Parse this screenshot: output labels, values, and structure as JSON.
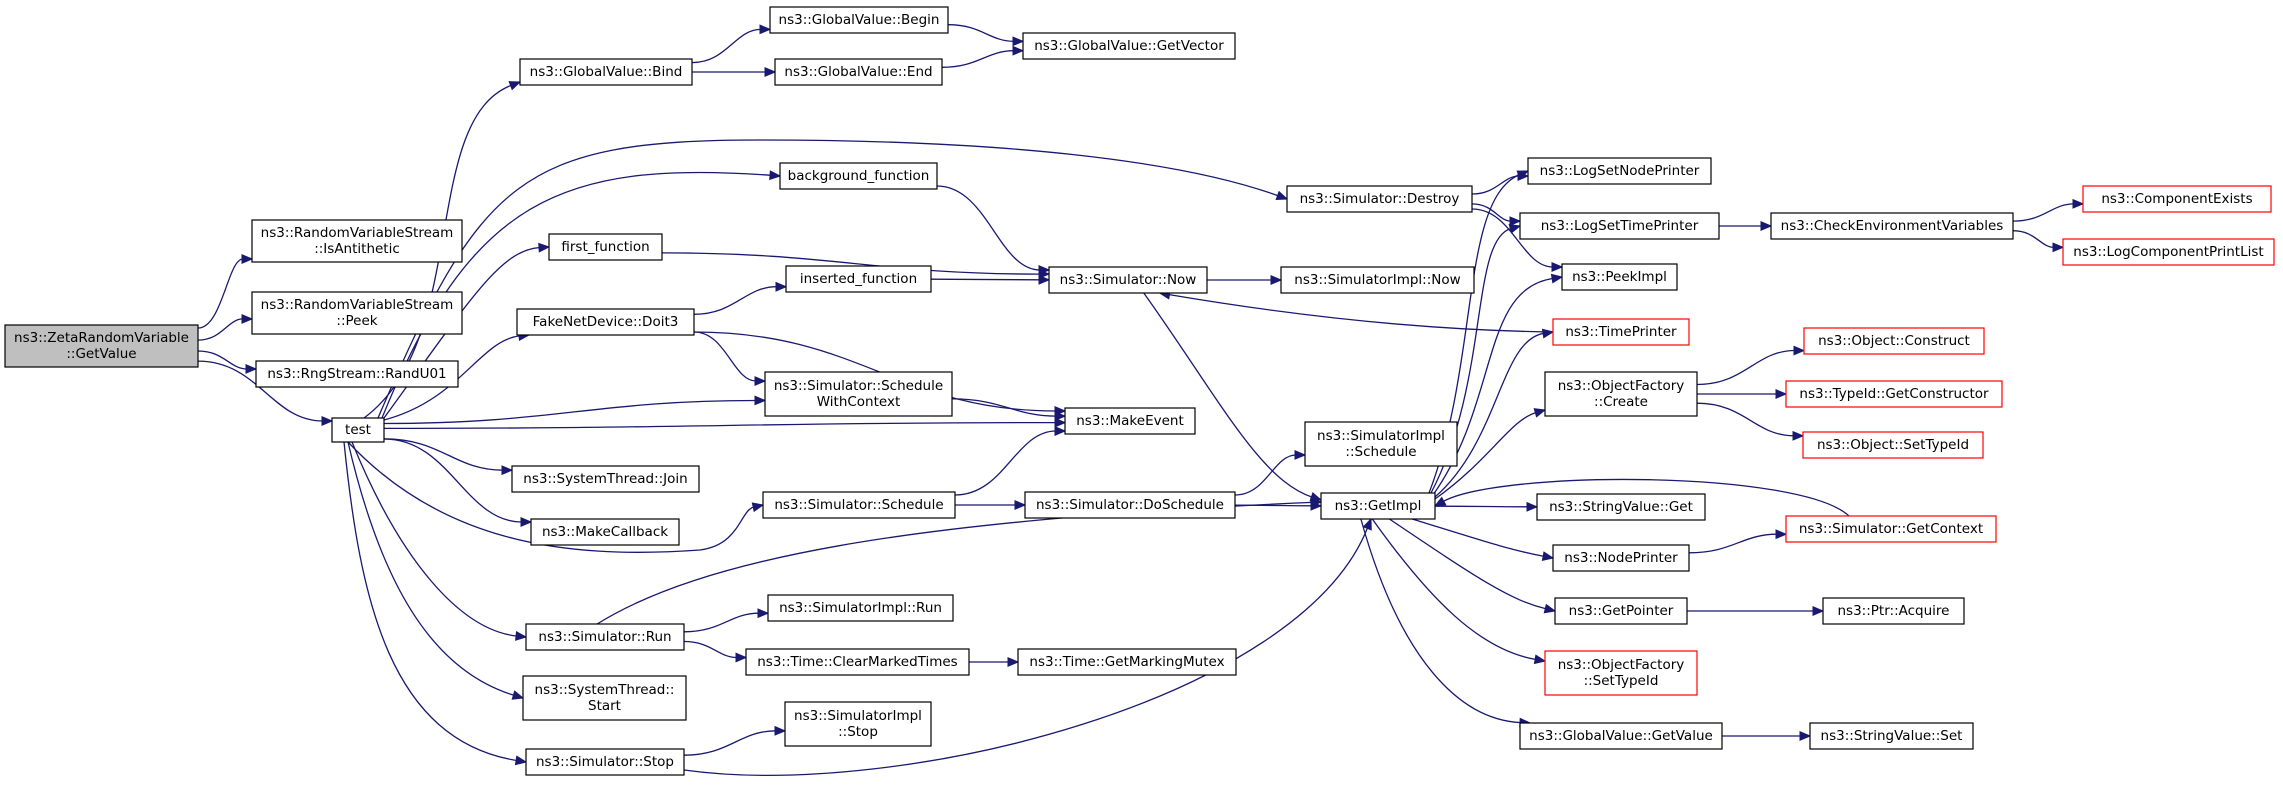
{
  "graph": {
    "nodes": [
      {
        "id": "getvalue",
        "lines": [
          "ns3::ZetaRandomVariable",
          "::GetValue"
        ]
      },
      {
        "id": "isanti",
        "lines": [
          "ns3::RandomVariableStream",
          "::IsAntithetic"
        ]
      },
      {
        "id": "peek",
        "lines": [
          "ns3::RandomVariableStream",
          "::Peek"
        ]
      },
      {
        "id": "randu01",
        "lines": [
          "ns3::RngStream::RandU01"
        ]
      },
      {
        "id": "test",
        "lines": [
          "test"
        ]
      },
      {
        "id": "gvbind",
        "lines": [
          "ns3::GlobalValue::Bind"
        ]
      },
      {
        "id": "gvbegin",
        "lines": [
          "ns3::GlobalValue::Begin"
        ]
      },
      {
        "id": "gvend",
        "lines": [
          "ns3::GlobalValue::End"
        ]
      },
      {
        "id": "gvgetvector",
        "lines": [
          "ns3::GlobalValue::GetVector"
        ]
      },
      {
        "id": "bgfunc",
        "lines": [
          "background_function"
        ]
      },
      {
        "id": "firstfunc",
        "lines": [
          "first_function"
        ]
      },
      {
        "id": "insfunc",
        "lines": [
          "inserted_function"
        ]
      },
      {
        "id": "doit3",
        "lines": [
          "FakeNetDevice::Doit3"
        ]
      },
      {
        "id": "schedctx",
        "lines": [
          "ns3::Simulator::Schedule",
          "WithContext"
        ]
      },
      {
        "id": "makeevent",
        "lines": [
          "ns3::MakeEvent"
        ]
      },
      {
        "id": "stjoin",
        "lines": [
          "ns3::SystemThread::Join"
        ]
      },
      {
        "id": "makecallback",
        "lines": [
          "ns3::MakeCallback"
        ]
      },
      {
        "id": "simschedule",
        "lines": [
          "ns3::Simulator::Schedule"
        ]
      },
      {
        "id": "simdoschedule",
        "lines": [
          "ns3::Simulator::DoSchedule"
        ]
      },
      {
        "id": "simimplschedule",
        "lines": [
          "ns3::SimulatorImpl",
          "::Schedule"
        ]
      },
      {
        "id": "simrun",
        "lines": [
          "ns3::Simulator::Run"
        ]
      },
      {
        "id": "simimplrun",
        "lines": [
          "ns3::SimulatorImpl::Run"
        ]
      },
      {
        "id": "clearmarked",
        "lines": [
          "ns3::Time::ClearMarkedTimes"
        ]
      },
      {
        "id": "getmarkingmutex",
        "lines": [
          "ns3::Time::GetMarkingMutex"
        ]
      },
      {
        "id": "ststart",
        "lines": [
          "ns3::SystemThread::",
          "Start"
        ]
      },
      {
        "id": "simstop",
        "lines": [
          "ns3::Simulator::Stop"
        ]
      },
      {
        "id": "simimplstop",
        "lines": [
          "ns3::SimulatorImpl",
          "::Stop"
        ]
      },
      {
        "id": "simdestroy",
        "lines": [
          "ns3::Simulator::Destroy"
        ]
      },
      {
        "id": "simnow",
        "lines": [
          "ns3::Simulator::Now"
        ]
      },
      {
        "id": "simimplnow",
        "lines": [
          "ns3::SimulatorImpl::Now"
        ]
      },
      {
        "id": "getimpl",
        "lines": [
          "ns3::GetImpl"
        ]
      },
      {
        "id": "lognodeprinter",
        "lines": [
          "ns3::LogSetNodePrinter"
        ]
      },
      {
        "id": "logtimeprinter",
        "lines": [
          "ns3::LogSetTimePrinter"
        ]
      },
      {
        "id": "checkenv",
        "lines": [
          "ns3::CheckEnvironmentVariables"
        ]
      },
      {
        "id": "compexists",
        "lines": [
          "ns3::ComponentExists"
        ],
        "red": true
      },
      {
        "id": "logcomplist",
        "lines": [
          "ns3::LogComponentPrintList"
        ],
        "red": true
      },
      {
        "id": "peekimpl",
        "lines": [
          "ns3::PeekImpl"
        ]
      },
      {
        "id": "timeprinter",
        "lines": [
          "ns3::TimePrinter"
        ],
        "red": true
      },
      {
        "id": "ofcreate",
        "lines": [
          "ns3::ObjectFactory",
          "::Create"
        ]
      },
      {
        "id": "objconstruct",
        "lines": [
          "ns3::Object::Construct"
        ],
        "red": true
      },
      {
        "id": "typeidgetctor",
        "lines": [
          "ns3::TypeId::GetConstructor"
        ],
        "red": true
      },
      {
        "id": "objsettypeid",
        "lines": [
          "ns3::Object::SetTypeId"
        ],
        "red": true
      },
      {
        "id": "stringvalueget",
        "lines": [
          "ns3::StringValue::Get"
        ]
      },
      {
        "id": "nodeprinter",
        "lines": [
          "ns3::NodePrinter"
        ]
      },
      {
        "id": "simgetcontext",
        "lines": [
          "ns3::Simulator::GetContext"
        ],
        "red": true
      },
      {
        "id": "getpointer",
        "lines": [
          "ns3::GetPointer"
        ]
      },
      {
        "id": "ptracquire",
        "lines": [
          "ns3::Ptr::Acquire"
        ]
      },
      {
        "id": "ofsettypeid",
        "lines": [
          "ns3::ObjectFactory",
          "::SetTypeId"
        ],
        "red": true
      },
      {
        "id": "gvgetvalue",
        "lines": [
          "ns3::GlobalValue::GetValue"
        ]
      },
      {
        "id": "stringvalueset",
        "lines": [
          "ns3::StringValue::Set"
        ]
      }
    ],
    "edges": [
      [
        "getvalue",
        "isanti"
      ],
      [
        "getvalue",
        "peek"
      ],
      [
        "getvalue",
        "randu01"
      ],
      [
        "getvalue",
        "test"
      ],
      [
        "test",
        "gvbind"
      ],
      [
        "test",
        "simdestroy"
      ],
      [
        "test",
        "bgfunc"
      ],
      [
        "test",
        "firstfunc"
      ],
      [
        "test",
        "doit3"
      ],
      [
        "test",
        "schedctx"
      ],
      [
        "test",
        "makeevent"
      ],
      [
        "test",
        "stjoin"
      ],
      [
        "test",
        "makecallback"
      ],
      [
        "test",
        "simschedule"
      ],
      [
        "test",
        "simrun"
      ],
      [
        "test",
        "ststart"
      ],
      [
        "test",
        "simstop"
      ],
      [
        "gvbind",
        "gvbegin"
      ],
      [
        "gvbind",
        "gvend"
      ],
      [
        "gvbegin",
        "gvgetvector"
      ],
      [
        "gvend",
        "gvgetvector"
      ],
      [
        "bgfunc",
        "simnow"
      ],
      [
        "firstfunc",
        "simnow"
      ],
      [
        "insfunc",
        "simnow"
      ],
      [
        "doit3",
        "insfunc"
      ],
      [
        "doit3",
        "schedctx"
      ],
      [
        "doit3",
        "makeevent"
      ],
      [
        "schedctx",
        "makeevent"
      ],
      [
        "simschedule",
        "makeevent"
      ],
      [
        "simschedule",
        "simdoschedule"
      ],
      [
        "simdoschedule",
        "simimplschedule"
      ],
      [
        "simdoschedule",
        "getimpl"
      ],
      [
        "simrun",
        "getimpl"
      ],
      [
        "simrun",
        "simimplrun"
      ],
      [
        "simrun",
        "clearmarked"
      ],
      [
        "clearmarked",
        "getmarkingmutex"
      ],
      [
        "simstop",
        "simimplstop"
      ],
      [
        "simstop",
        "getimpl"
      ],
      [
        "simdestroy",
        "lognodeprinter"
      ],
      [
        "simdestroy",
        "logtimeprinter"
      ],
      [
        "simdestroy",
        "peekimpl"
      ],
      [
        "simnow",
        "simimplnow"
      ],
      [
        "simnow",
        "getimpl"
      ],
      [
        "timeprinter",
        "simnow"
      ],
      [
        "getimpl",
        "lognodeprinter"
      ],
      [
        "getimpl",
        "logtimeprinter"
      ],
      [
        "getimpl",
        "peekimpl"
      ],
      [
        "getimpl",
        "timeprinter"
      ],
      [
        "getimpl",
        "ofcreate"
      ],
      [
        "getimpl",
        "stringvalueget"
      ],
      [
        "getimpl",
        "nodeprinter"
      ],
      [
        "getimpl",
        "getpointer"
      ],
      [
        "getimpl",
        "ofsettypeid"
      ],
      [
        "getimpl",
        "gvgetvalue"
      ],
      [
        "logtimeprinter",
        "checkenv"
      ],
      [
        "checkenv",
        "compexists"
      ],
      [
        "checkenv",
        "logcomplist"
      ],
      [
        "ofcreate",
        "objconstruct"
      ],
      [
        "ofcreate",
        "typeidgetctor"
      ],
      [
        "ofcreate",
        "objsettypeid"
      ],
      [
        "nodeprinter",
        "simgetcontext"
      ],
      [
        "simgetcontext",
        "getimpl"
      ],
      [
        "getpointer",
        "ptracquire"
      ],
      [
        "gvgetvalue",
        "stringvalueset"
      ]
    ]
  }
}
